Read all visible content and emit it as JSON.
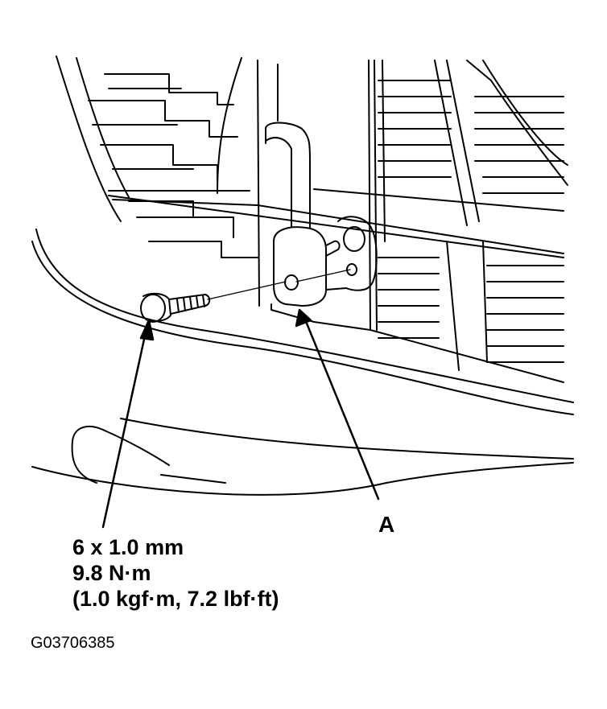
{
  "callouts": {
    "part_a": "A"
  },
  "fastener_spec": {
    "size": "6 x 1.0 mm",
    "torque_nm": "9.8 N·m",
    "torque_alt": "(1.0 kgf·m, 7.2 lbf·ft)"
  },
  "figure_id": "G03706385"
}
